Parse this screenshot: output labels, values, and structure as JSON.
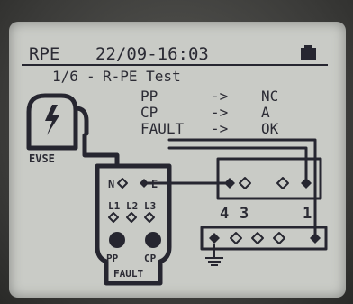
{
  "status_bar": {
    "mode": "RPE",
    "datetime": "22/09-16:03",
    "battery_icon": "battery-icon"
  },
  "test_header": {
    "step": "1/6",
    "separator": "-",
    "name": "R-PE Test"
  },
  "results": [
    {
      "signal": "PP",
      "arrow": "->",
      "value": "NC"
    },
    {
      "signal": "CP",
      "arrow": "->",
      "value": "A"
    },
    {
      "signal": "FAULT",
      "arrow": "->",
      "value": "OK"
    }
  ],
  "diagram": {
    "evse_label": "EVSE",
    "connector": {
      "n_label": "N",
      "e_label": "E",
      "l1_label": "L1",
      "l2_label": "L2",
      "l3_label": "L3",
      "pp_label": "PP",
      "cp_label": "CP",
      "fault_label": "FAULT"
    },
    "terminal_numbers": {
      "four": "4",
      "three": "3",
      "one": "1"
    }
  },
  "colors": {
    "lcd_background": "#c9cbc6",
    "lcd_ink": "#262630",
    "bezel": "#3a3a38"
  }
}
